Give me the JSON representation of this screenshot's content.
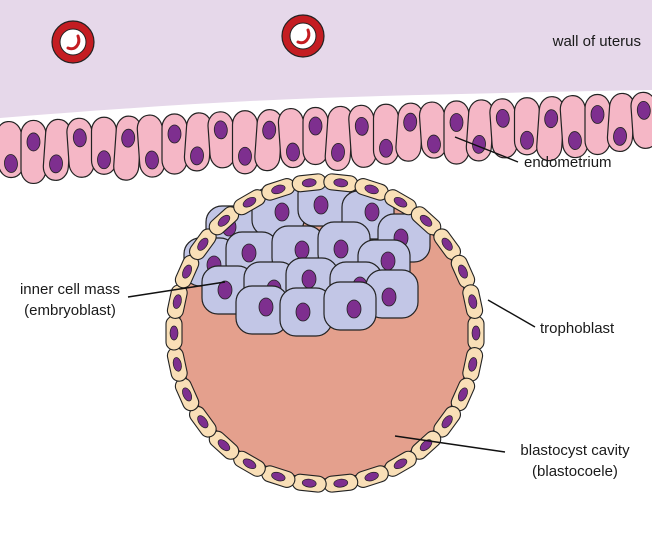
{
  "labels": {
    "wall": "wall of uterus",
    "endometrium": "endometrium",
    "icm_line1": "inner cell mass",
    "icm_line2": "(embryoblast)",
    "trophoblast": "trophoblast",
    "cavity_line1": "blastocyst cavity",
    "cavity_line2": "(blastocoele)"
  },
  "colors": {
    "uterus_wall": "#e6d8ea",
    "endometrium_cell": "#f5b7c6",
    "nucleus": "#7e2f8f",
    "icm_cell": "#c2c6e6",
    "trophoblast_cell": "#f9dfb7",
    "blastocoele": "#e4a08d",
    "vessel": "#c41d22",
    "outline": "#222222"
  }
}
